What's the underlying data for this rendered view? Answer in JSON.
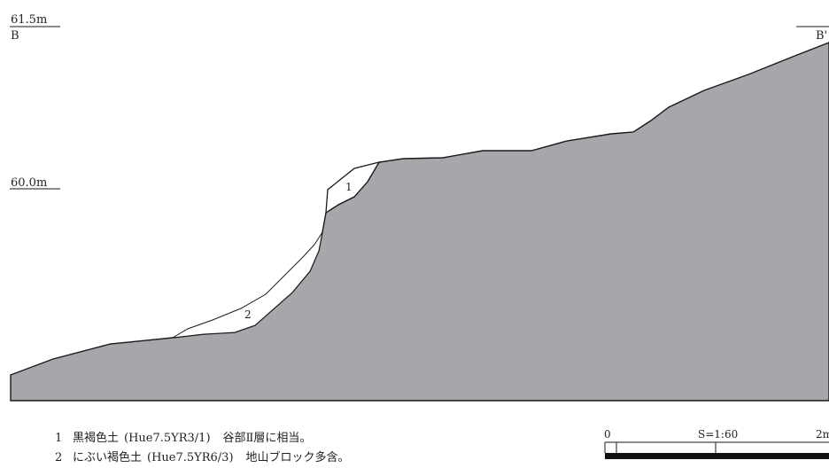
{
  "figure": {
    "elev_top": "61.5m",
    "elev_mid": "60.0m",
    "section_start": "B",
    "section_end": "B'",
    "layer_labels": [
      "1",
      "2"
    ],
    "colors": {
      "ground_fill": "#a7a7ab",
      "line": "#1a1a1a",
      "background": "#ffffff"
    }
  },
  "scale_bar": {
    "start": "0",
    "ratio": "S=1:60",
    "end": "2m"
  },
  "legend": [
    {
      "number": "1",
      "name": "黒褐色土",
      "munsell": "(Hue7.5YR3/1)",
      "note": "谷部Ⅱ層に相当。"
    },
    {
      "number": "2",
      "name": "にぶい褐色土",
      "munsell": "(Hue7.5YR6/3)",
      "note": "地山ブロック多含。"
    }
  ]
}
